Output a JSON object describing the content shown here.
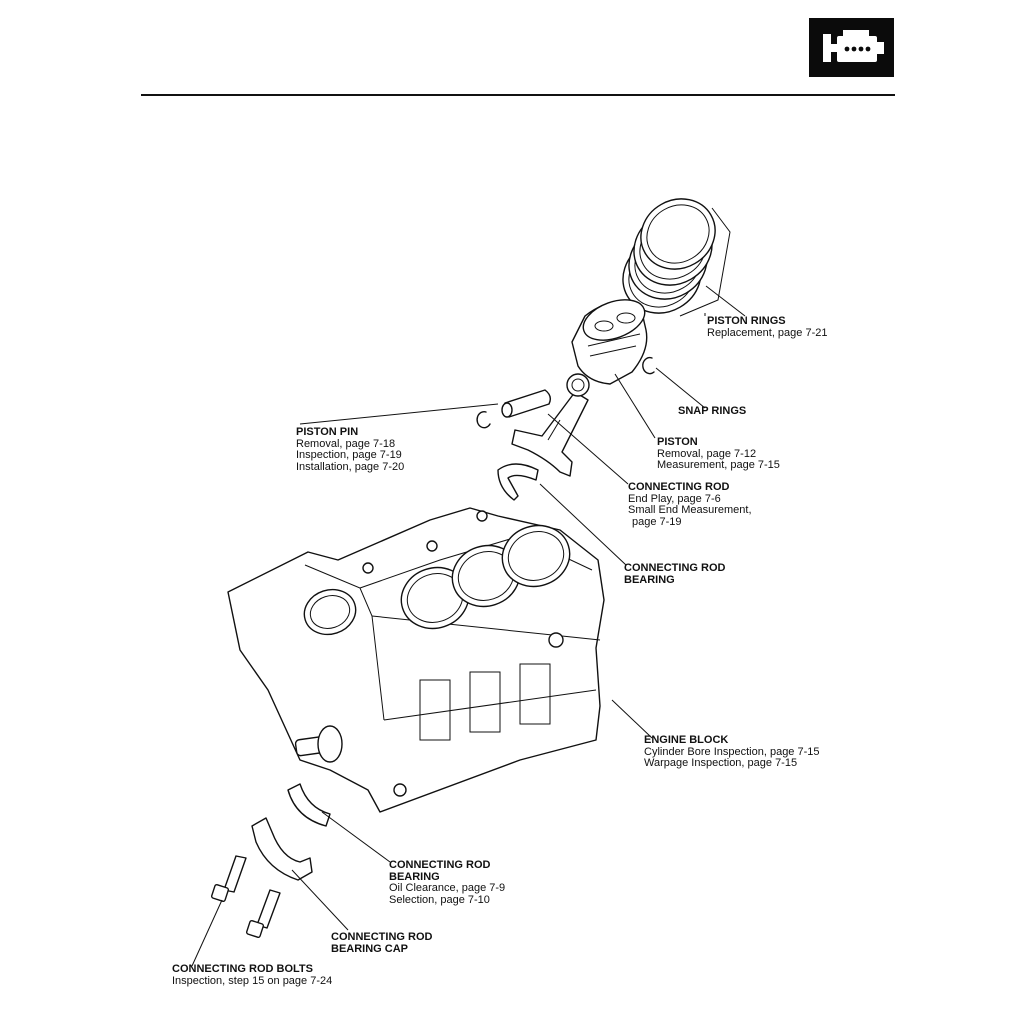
{
  "section_icon": {
    "name": "engine-block-icon",
    "bg": "#0b0b0b",
    "fg": "#ffffff"
  },
  "labels": {
    "piston_rings": {
      "title": "PISTON RINGS",
      "lines": [
        "Replacement, page 7-21"
      ]
    },
    "snap_rings": {
      "title": "SNAP RINGS",
      "lines": []
    },
    "piston": {
      "title": "PISTON",
      "lines": [
        "Removal, page 7-12",
        "Measurement, page 7-15"
      ]
    },
    "piston_pin": {
      "title": "PISTON PIN",
      "lines": [
        "Removal, page 7-18",
        "Inspection, page 7-19",
        "Installation, page 7-20"
      ]
    },
    "connecting_rod": {
      "title": "CONNECTING ROD",
      "lines": [
        "End Play, page 7-6",
        "Small End Measurement,",
        "page 7-19"
      ]
    },
    "connecting_rod_bearing_upper": {
      "title_lines": [
        "CONNECTING ROD",
        "BEARING"
      ],
      "lines": []
    },
    "engine_block": {
      "title": "ENGINE BLOCK",
      "lines": [
        "Cylinder Bore Inspection, page 7-15",
        "Warpage Inspection, page 7-15"
      ]
    },
    "connecting_rod_bearing_lower": {
      "title_lines": [
        "CONNECTING ROD",
        "BEARING"
      ],
      "lines": [
        "Oil Clearance, page 7-9",
        "Selection, page 7-10"
      ]
    },
    "connecting_rod_bearing_cap": {
      "title_lines": [
        "CONNECTING ROD",
        "BEARING CAP"
      ],
      "lines": []
    },
    "connecting_rod_bolts": {
      "title": "CONNECTING ROD BOLTS",
      "lines": [
        "Inspection, step 15 on page 7-24"
      ]
    }
  }
}
